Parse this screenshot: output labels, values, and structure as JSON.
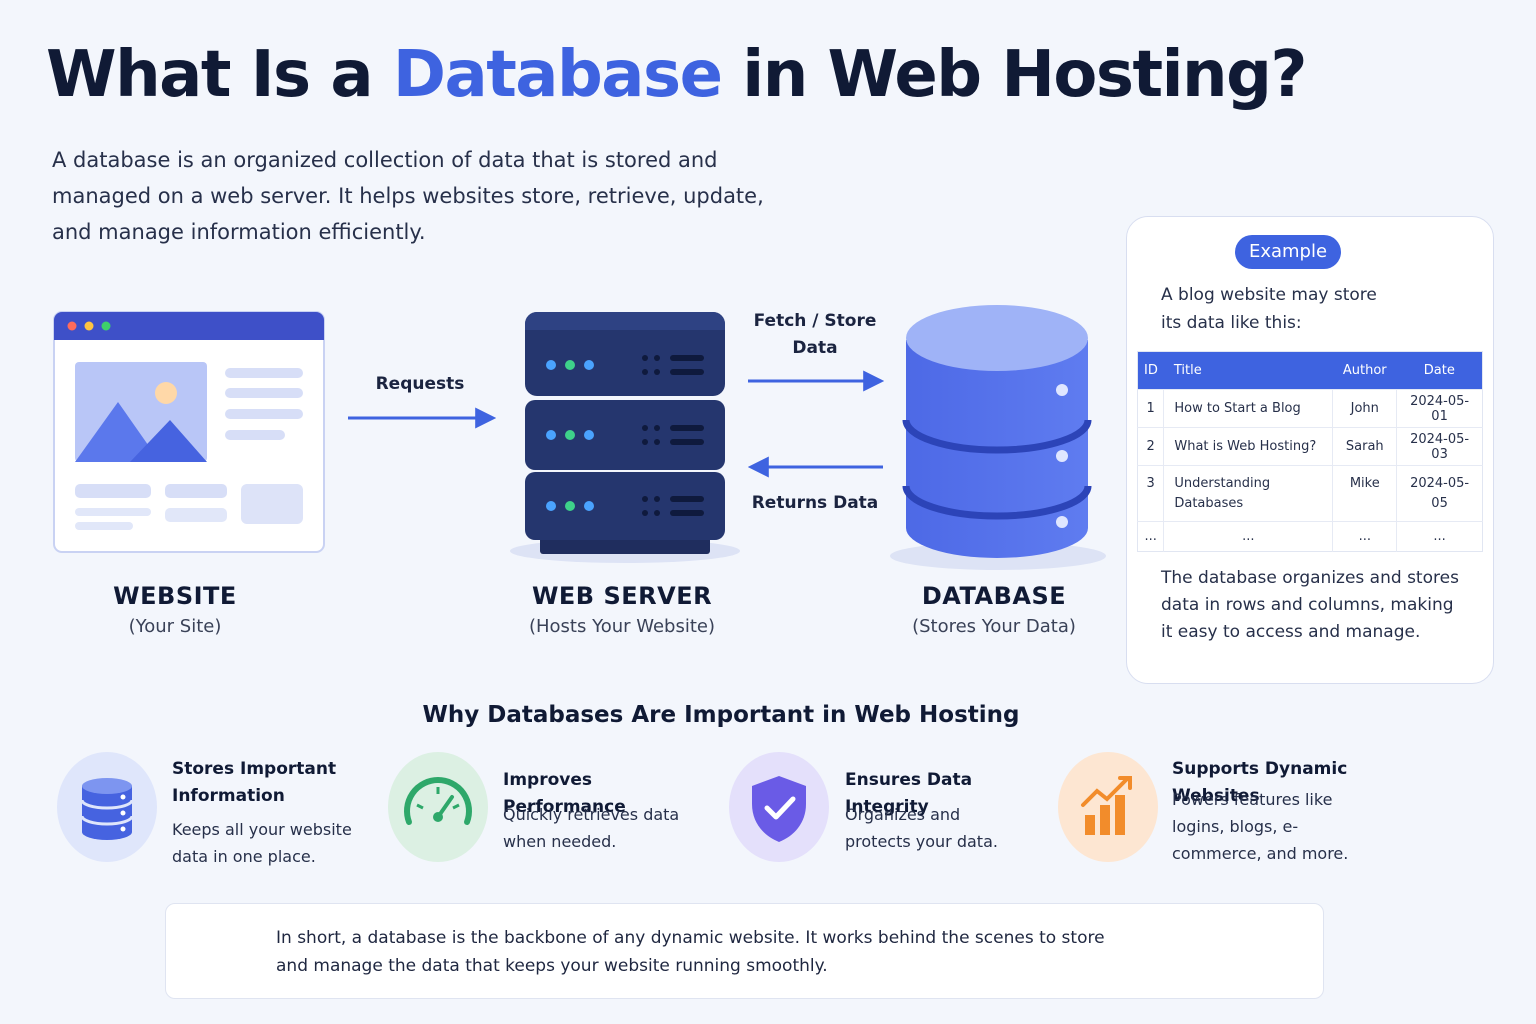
{
  "title": {
    "prefix": "What Is a ",
    "highlight": "Database",
    "suffix": " in Web Hosting?"
  },
  "intro": "A database is an organized collection of data that is stored and managed on a web server. It helps websites store, retrieve, update, and manage information efficiently.",
  "diagram": {
    "website": {
      "label": "WEBSITE",
      "sublabel": "(Your Site)"
    },
    "server": {
      "label": "WEB SERVER",
      "sublabel": "(Hosts Your Website)"
    },
    "database": {
      "label": "DATABASE",
      "sublabel": "(Stores Your Data)"
    },
    "arrow_requests": "Requests",
    "arrow_fetch_line1": "Fetch / Store",
    "arrow_fetch_line2": "Data",
    "arrow_returns": "Returns Data"
  },
  "example": {
    "badge": "Example",
    "intro_line1": "A blog website may store",
    "intro_line2": "its data like this:",
    "columns": [
      "ID",
      "Title",
      "Author",
      "Date"
    ],
    "rows": [
      [
        "1",
        "How to Start a Blog",
        "John",
        "2024-05-01"
      ],
      [
        "2",
        "What is Web Hosting?",
        "Sarah",
        "2024-05-03"
      ],
      [
        "3",
        "Understanding Databases",
        "Mike",
        "2024-05-05"
      ],
      [
        "...",
        "...",
        "...",
        "..."
      ]
    ],
    "footer": "The database organizes and stores data in rows and columns, making it easy to access and manage."
  },
  "why": {
    "title": "Why Databases Are Important in Web Hosting",
    "features": [
      {
        "title": "Stores Important Information",
        "desc": "Keeps all your website data in one place.",
        "icon": "database-icon"
      },
      {
        "title": "Improves Performance",
        "desc": "Quickly retrieves data when needed.",
        "icon": "speedometer-icon"
      },
      {
        "title": "Ensures Data Integrity",
        "desc": "Organizes and protects your data.",
        "icon": "shield-check-icon"
      },
      {
        "title": "Supports Dynamic Websites",
        "desc": "Powers features like logins, blogs, e-commerce, and more.",
        "icon": "growth-chart-icon"
      }
    ]
  },
  "summary": "In short, a database is the backbone of any dynamic website. It works behind the scenes to store and manage the data that keeps your website running smoothly.",
  "colors": {
    "accent": "#3e63e0",
    "server": "#25366e",
    "database": "#5a78ea",
    "green": "#2ea86a",
    "purple": "#6a5be6",
    "orange": "#f28c2b"
  }
}
